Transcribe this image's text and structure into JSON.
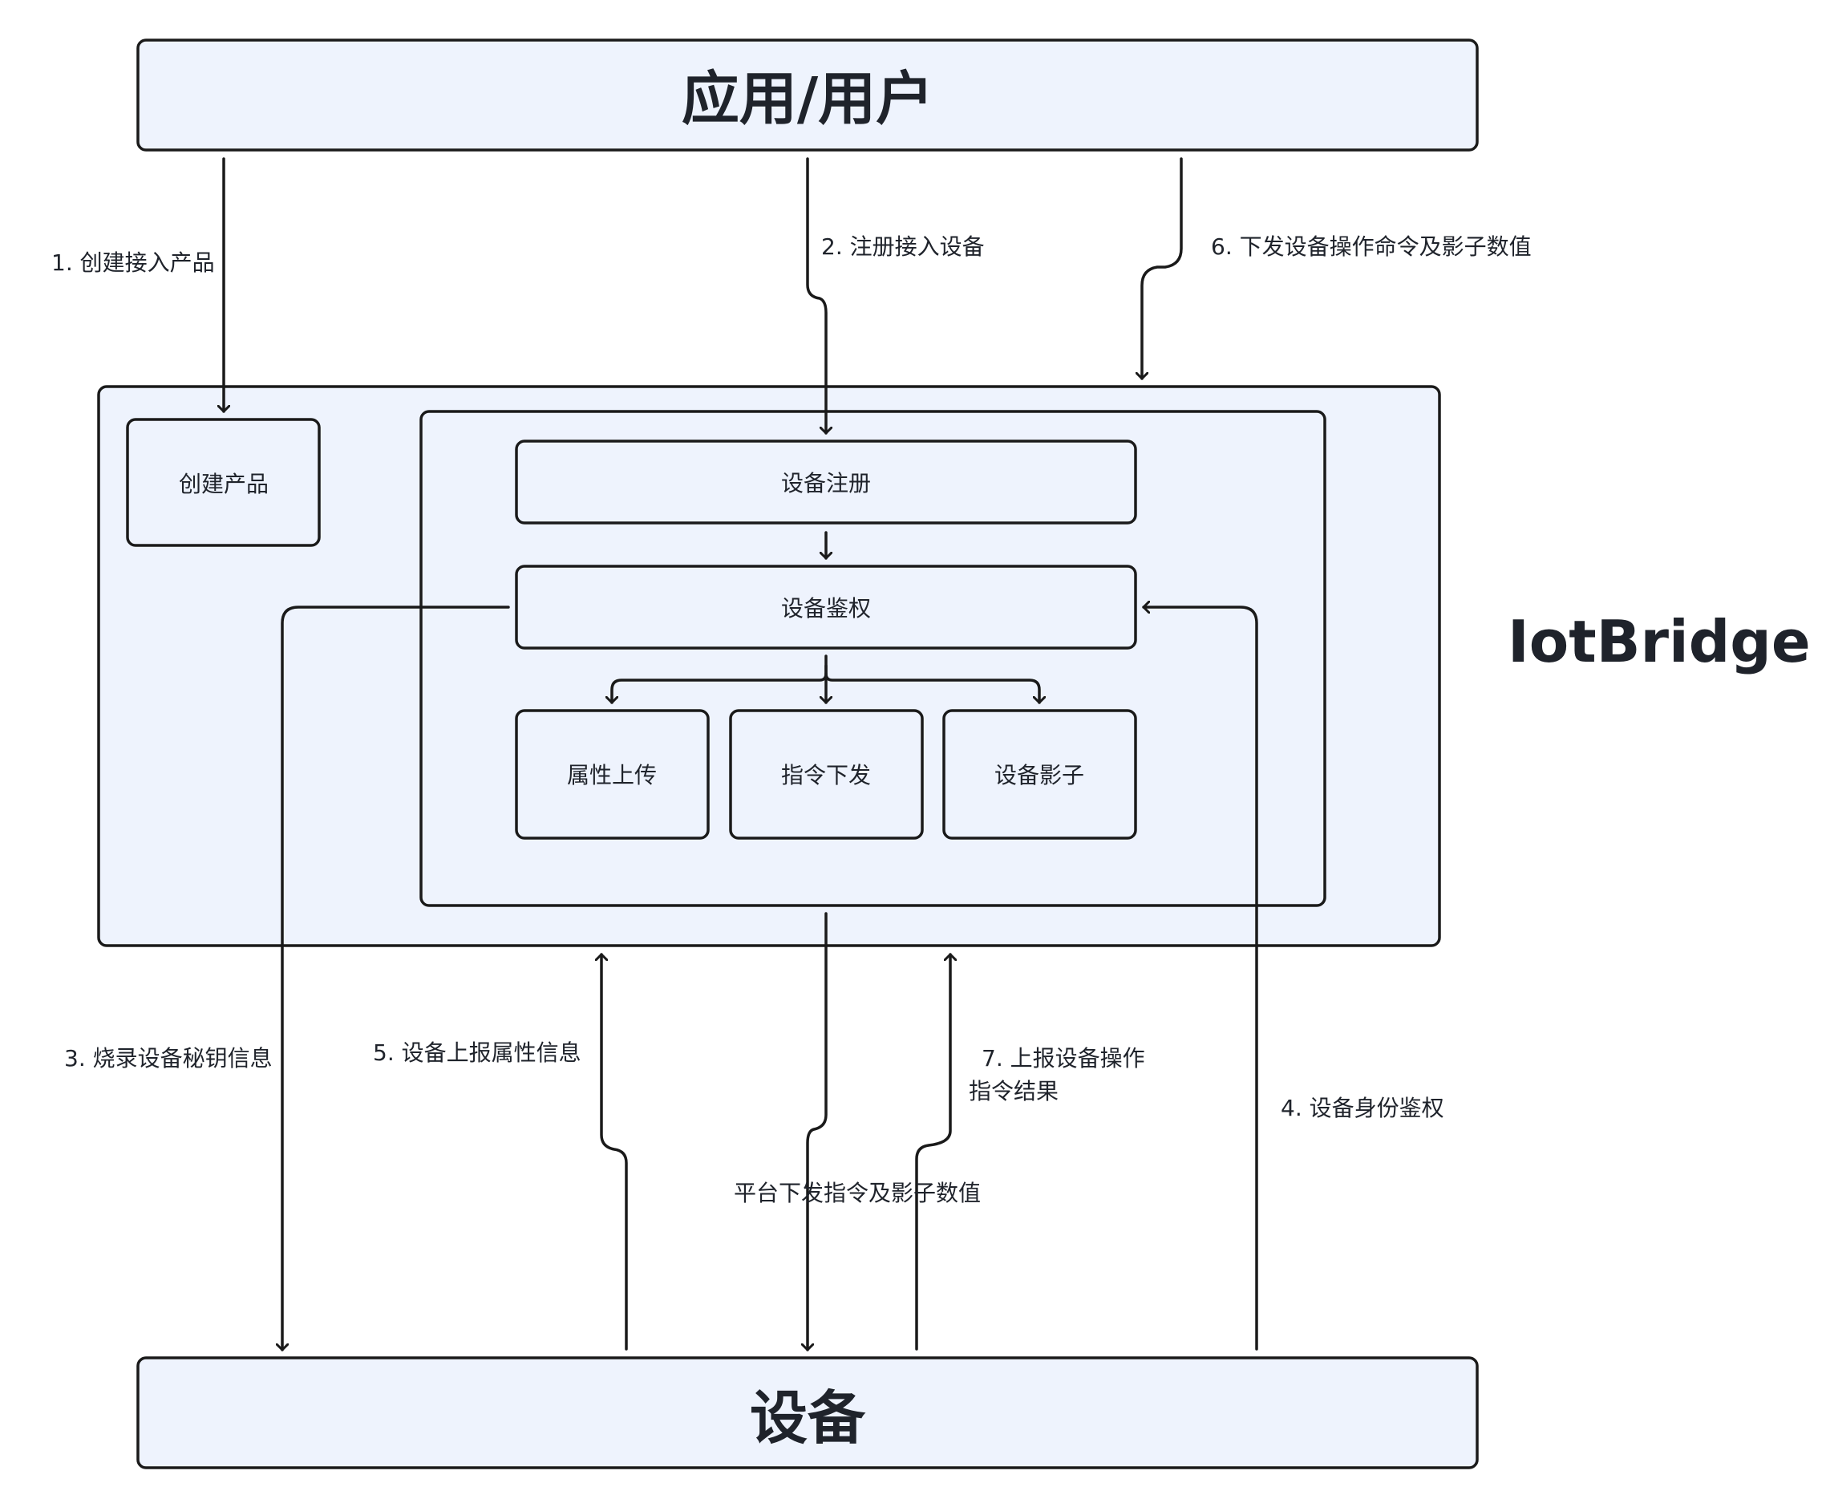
{
  "diagram": {
    "top_box": {
      "label": "应用/用户"
    },
    "bottom_box": {
      "label": "设备"
    },
    "platform": {
      "name": "IotBridge",
      "create_product": "创建产品",
      "device_register": "设备注册",
      "device_auth": "设备鉴权",
      "property_upload": "属性上传",
      "command_down": "指令下发",
      "device_shadow": "设备影子"
    },
    "edges": {
      "e1": "1. 创建接入产品",
      "e2": "2. 注册接入设备",
      "e6": "6. 下发设备操作命令及影子数值",
      "e3": "3. 烧录设备秘钥信息",
      "e5": "5. 设备上报属性信息",
      "e7_line1": "7. 上报设备操作",
      "e7_line2": "指令结果",
      "e4": "4. 设备身份鉴权",
      "platform_down": "平台下发指令及影子数值"
    },
    "colors": {
      "box_fill": "#eef3fd",
      "stroke": "#1a1a1a",
      "text": "#1f232b"
    }
  }
}
